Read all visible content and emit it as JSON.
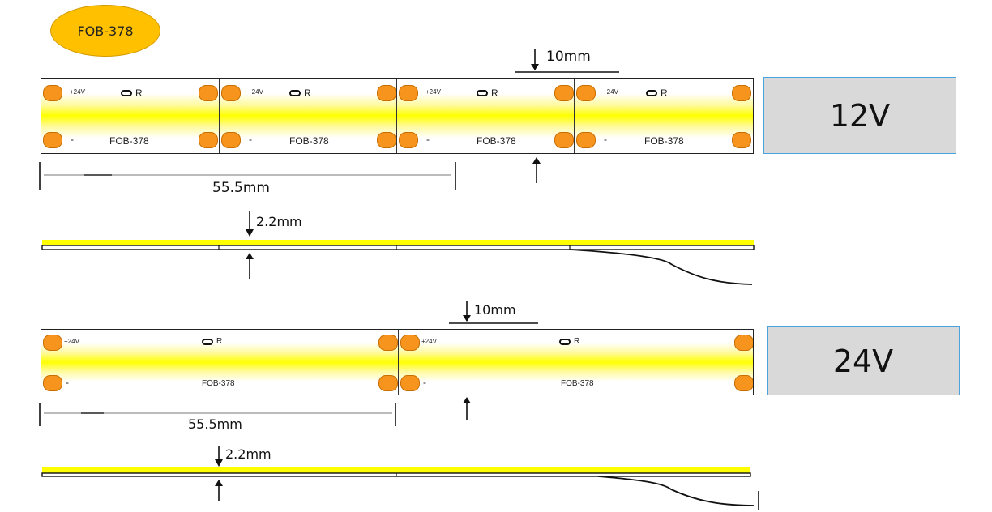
{
  "badge": "FOB-378",
  "strip12": {
    "voltage": "12V",
    "segments": [
      {
        "plus": "+24V",
        "minus": "-",
        "model": "FOB-378",
        "res": "R"
      },
      {
        "plus": "+24V",
        "minus": "-",
        "model": "FOB-378",
        "res": "R"
      },
      {
        "plus": "+24V",
        "minus": "-",
        "model": "FOB-378",
        "res": "R"
      },
      {
        "plus": "+24V",
        "minus": "-",
        "model": "FOB-378",
        "res": "R"
      }
    ],
    "width_label": "10mm",
    "cut_length_label": "55.5mm",
    "thickness_label": "2.2mm"
  },
  "strip24": {
    "voltage": "24V",
    "segments": [
      {
        "plus": "+24V",
        "minus": "-",
        "model": "FOB-378",
        "res": "R"
      },
      {
        "plus": "+24V",
        "minus": "-",
        "model": "FOB-378",
        "res": "R"
      }
    ],
    "width_label": "10mm",
    "cut_length_label": "55.5mm",
    "thickness_label": "2.2mm"
  },
  "colors": {
    "badge": "#ffc000",
    "pad": "#f7941d",
    "led_yellow": "#ffff00",
    "voltage_box": "#d9d9d9",
    "voltage_box_border": "#4aa3df"
  }
}
